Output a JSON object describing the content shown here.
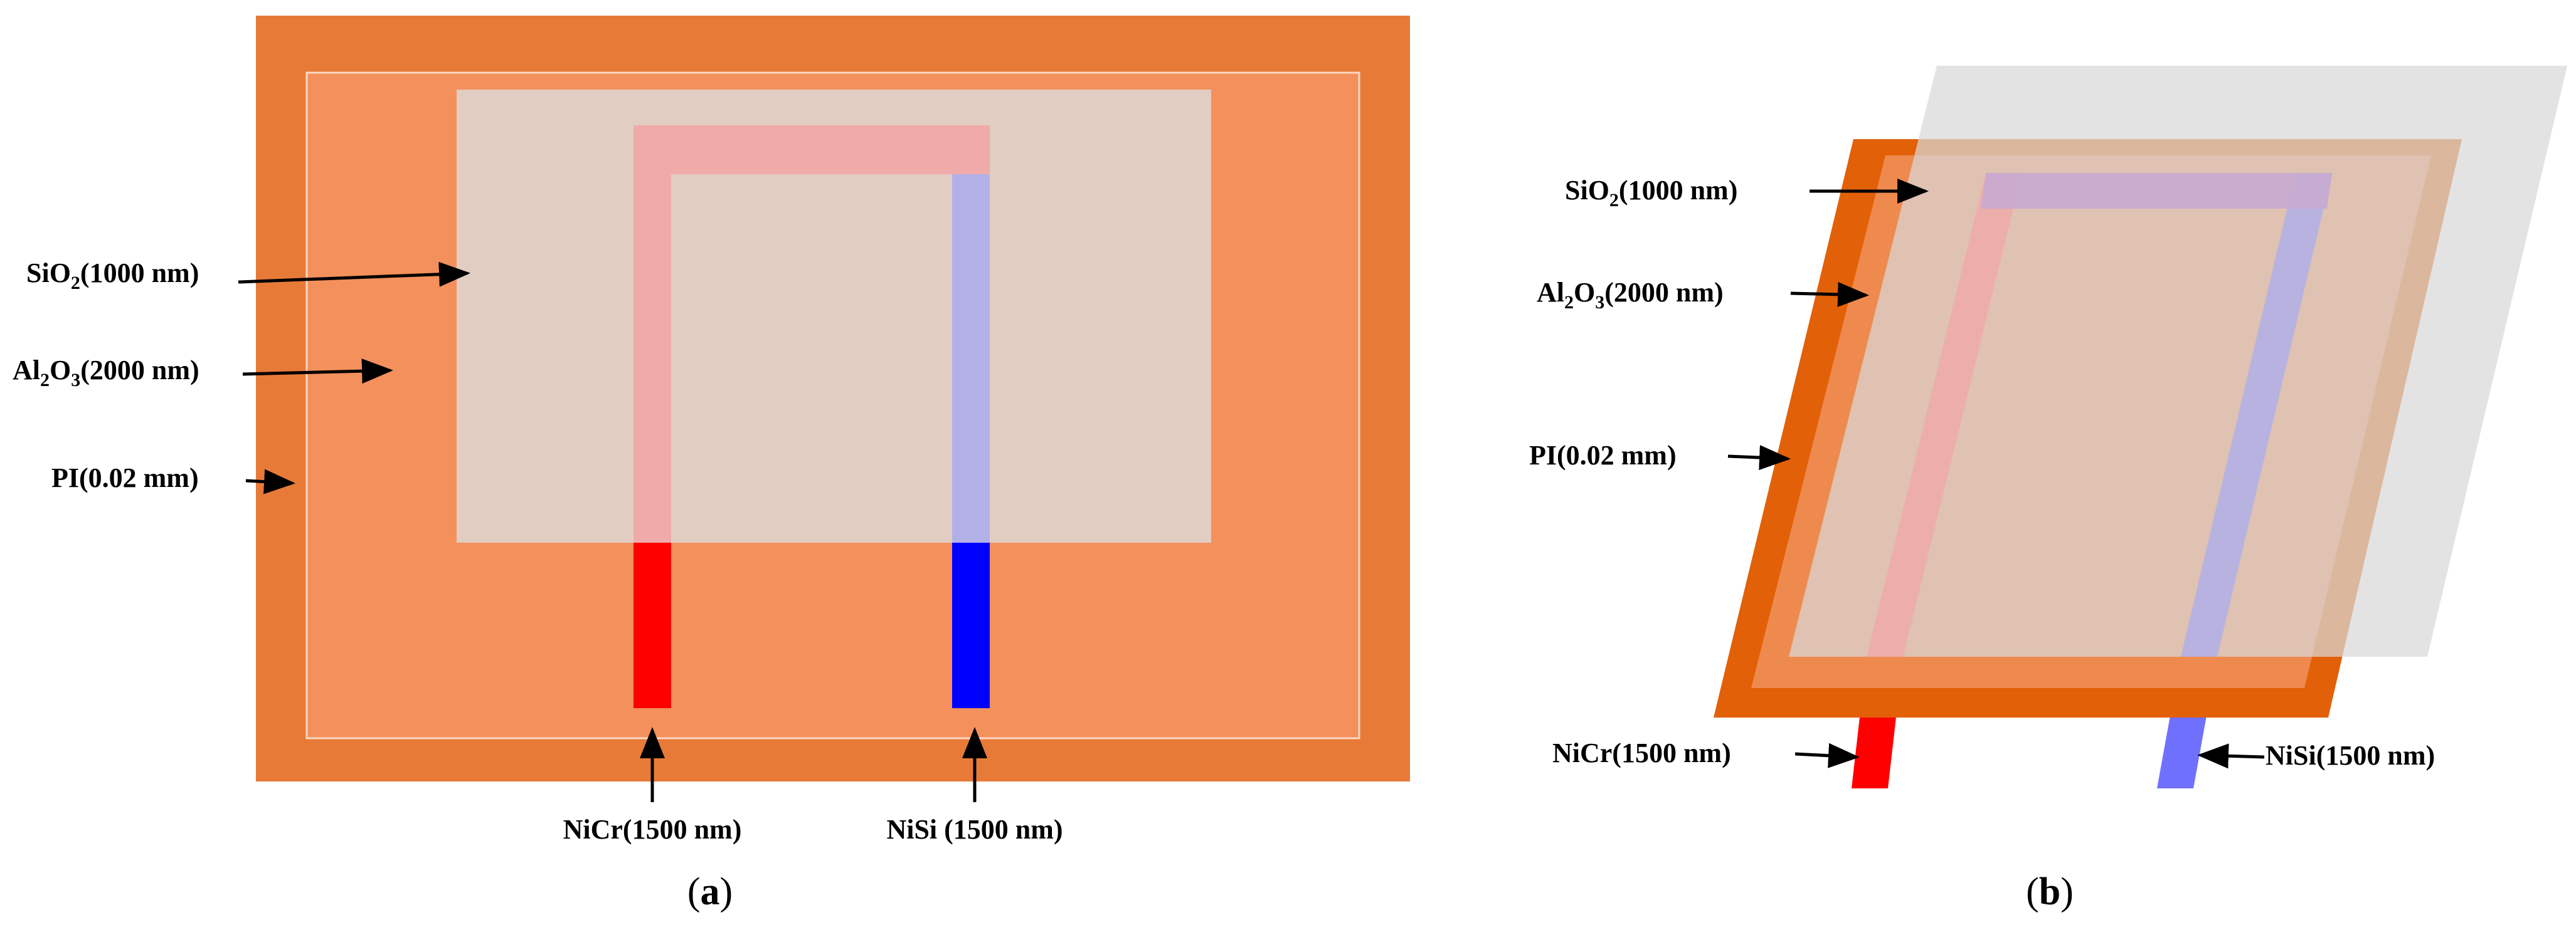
{
  "panel_a": {
    "labels": {
      "sio2": {
        "base": "SiO",
        "sub": "2",
        "rest": "(1000 nm)"
      },
      "al2o3": {
        "base": "Al",
        "sub1": "2",
        "mid": "O",
        "sub2": "3",
        "rest": "(2000 nm)"
      },
      "pi": "PI(0.02 mm)",
      "nicr": "NiCr(1500 nm)",
      "nisi": "NiSi (1500 nm)"
    },
    "caption": {
      "open": "(",
      "letter": "a",
      "close": ")"
    }
  },
  "panel_b": {
    "labels": {
      "sio2": {
        "base": "SiO",
        "sub": "2",
        "rest": "(1000 nm)"
      },
      "al2o3": {
        "base": "Al",
        "sub1": "2",
        "mid": "O",
        "sub2": "3",
        "rest": "(2000 nm)"
      },
      "pi": "PI(0.02 mm)",
      "nicr": "NiCr(1500 nm)",
      "nisi": "NiSi(1500 nm)"
    },
    "caption": {
      "open": "(",
      "letter": "b",
      "close": ")"
    }
  },
  "colors": {
    "pi_layer_a": "#e87a38",
    "al2o3_layer_a": "#f4905c",
    "sio2_layer": "#e2cdc2",
    "pi_layer_b": "#e26008",
    "al2o3_layer_b": "#ef8a4e",
    "sio2_layer_b": "#d8d8d8",
    "nicr": "#ff0000",
    "nisi": "#0000ff",
    "nicr_under": "#f0aaaa",
    "nisi_under": "#b2b0e6"
  }
}
